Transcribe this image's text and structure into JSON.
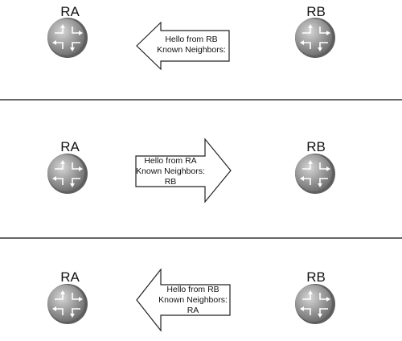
{
  "colors": {
    "router_body": "#8e8e8e",
    "router_rim": "#5f5f5f",
    "divider": "#333333",
    "arrow_fill": "#ffffff",
    "arrow_stroke": "#222222"
  },
  "icons": {
    "router": "router-icon"
  },
  "panels": [
    {
      "left_router": "RA",
      "right_router": "RB",
      "direction": "left",
      "message": [
        "Hello from RB",
        "Known Neighbors:"
      ]
    },
    {
      "left_router": "RA",
      "right_router": "RB",
      "direction": "right",
      "message": [
        "Hello from RA",
        "Known Neighbors:",
        "RB"
      ]
    },
    {
      "left_router": "RA",
      "right_router": "RB",
      "direction": "left",
      "message": [
        "Hello from RB",
        "Known Neighbors:",
        "RA"
      ]
    }
  ]
}
